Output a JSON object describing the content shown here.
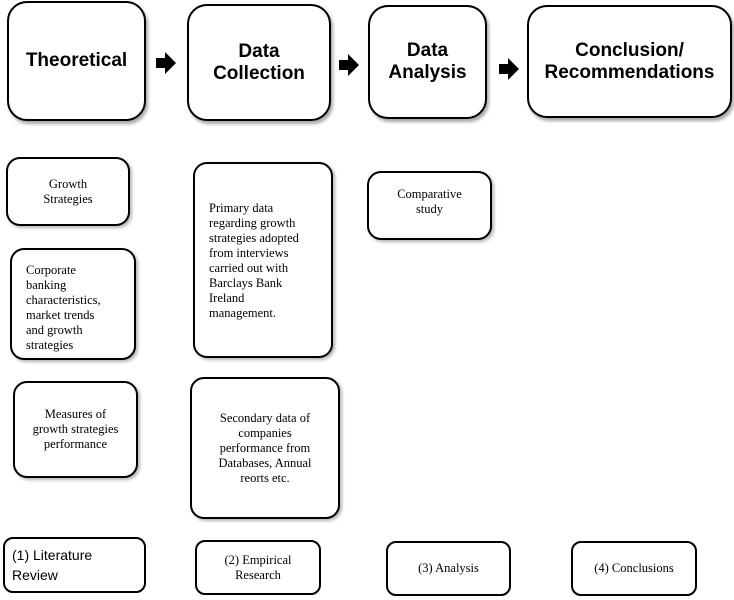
{
  "headers": {
    "theoretical": "Theoretical",
    "data_collection": "Data\nCollection",
    "data_analysis": "Data\nAnalysis",
    "conclusion": "Conclusion/\nRecommendations"
  },
  "theoretical_items": [
    "Growth\nStrategies",
    "Corporate\nbanking\ncharacteristics,\nmarket trends\nand growth\nstrategies",
    "Measures of\ngrowth strategies\nperformance"
  ],
  "data_collection_items": [
    "Primary data\nregarding growth\nstrategies adopted\nfrom interviews\ncarried out with\nBarclays Bank\nIreland\nmanagement.",
    "Secondary data of\ncompanies\nperformance from\nDatabases, Annual\nreorts etc."
  ],
  "analysis_items": [
    "Comparative\nstudy"
  ],
  "stages": {
    "literature": "(1)  Literature\n       Review",
    "empirical": "(2) Empirical\nResearch",
    "analysis": "(3) Analysis",
    "conclusions": "(4) Conclusions"
  }
}
